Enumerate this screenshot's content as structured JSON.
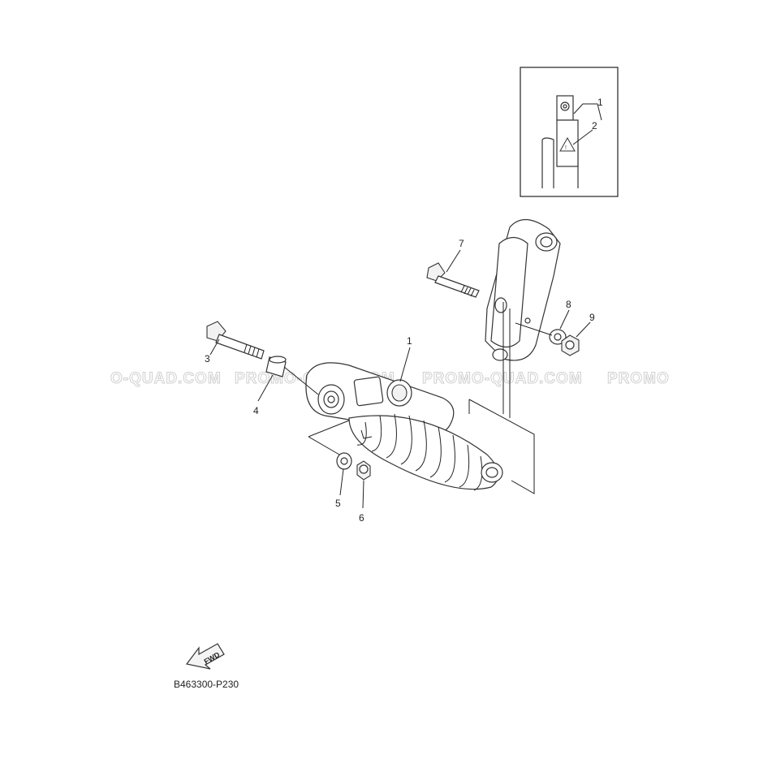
{
  "watermark": {
    "segments": [
      "O-QUAD.COM",
      "PROMO-QUAD.COM",
      "PROMO-QUAD.COM",
      "PROMO"
    ]
  },
  "inset": {
    "callouts": [
      "1",
      "2"
    ]
  },
  "callouts": [
    "1",
    "3",
    "4",
    "5",
    "6",
    "7",
    "8",
    "9"
  ],
  "fwd_label": "FWD",
  "diagram_code": "B463300-P230"
}
